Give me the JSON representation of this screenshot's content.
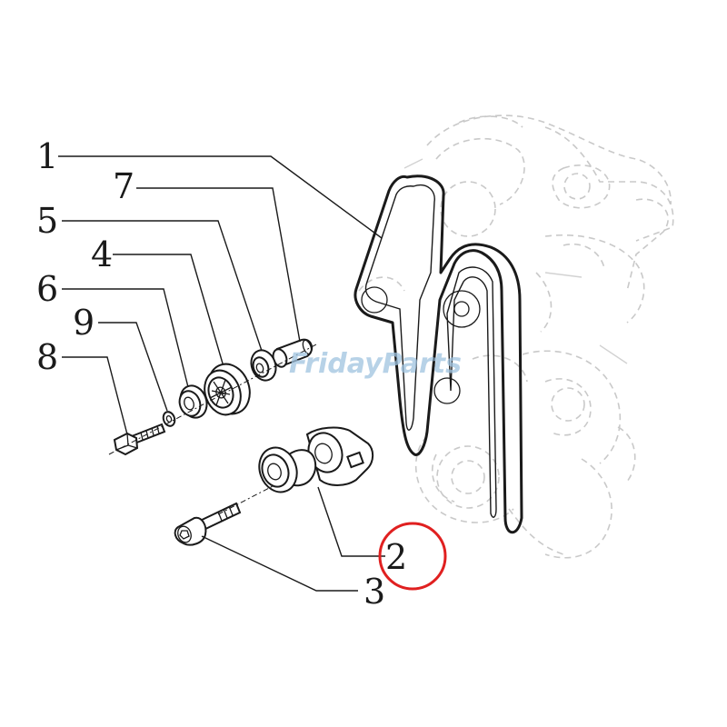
{
  "diagram": {
    "callouts": [
      {
        "id": "1",
        "label": "1"
      },
      {
        "id": "2",
        "label": "2"
      },
      {
        "id": "3",
        "label": "3"
      },
      {
        "id": "4",
        "label": "4"
      },
      {
        "id": "5",
        "label": "5"
      },
      {
        "id": "6",
        "label": "6"
      },
      {
        "id": "7",
        "label": "7"
      },
      {
        "id": "8",
        "label": "8"
      },
      {
        "id": "9",
        "label": "9"
      }
    ],
    "highlighted_callout": "2",
    "highlight_color": "#e02020",
    "line_color": "#1a1a1a",
    "ghost_color": "#c9c9c9"
  },
  "watermark": {
    "text": "FridayParts",
    "color": "#9fc3e0"
  }
}
